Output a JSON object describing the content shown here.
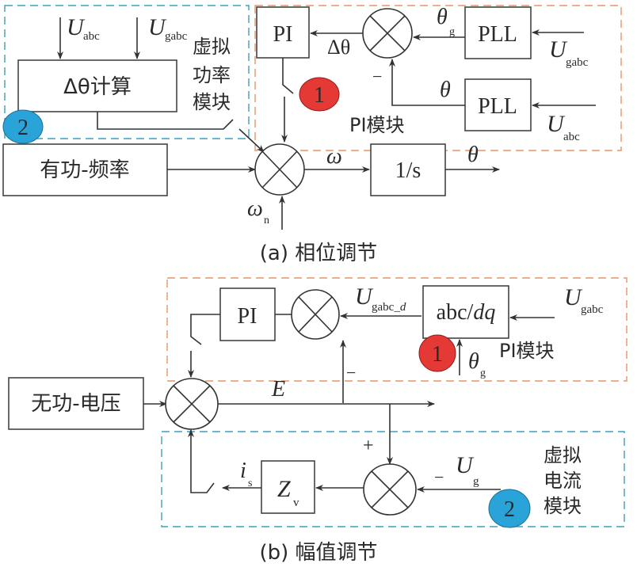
{
  "colors": {
    "virtual_module_border": "#3aa0c0",
    "pi_module_border": "#e8946a",
    "badge_1": "#e53935",
    "badge_2": "#2aa4d8"
  },
  "part_a": {
    "caption": "(a) 相位调节",
    "virtual_power_module": {
      "label_lines": [
        "虚拟",
        "功率",
        "模块"
      ],
      "badge": "2"
    },
    "delta_theta_block": {
      "label": "Δθ计算"
    },
    "inputs": {
      "u_abc": {
        "main": "U",
        "sub": "abc"
      },
      "u_gabc": {
        "main": "U",
        "sub": "gabc"
      }
    },
    "pi_module": {
      "label": "PI模块",
      "badge": "1"
    },
    "pi_block": {
      "label": "PI"
    },
    "pll_top": {
      "label": "PLL",
      "input": {
        "main": "U",
        "sub": "gabc"
      },
      "output": {
        "main": "θ",
        "sub": "g"
      }
    },
    "pll_bottom": {
      "label": "PLL",
      "input": {
        "main": "U",
        "sub": "abc"
      },
      "output": "θ"
    },
    "delta_theta_signal": "Δθ",
    "minus_sign": "−",
    "active_freq_block": {
      "label": "有功-频率"
    },
    "omega": "ω",
    "omega_n": {
      "main": "ω",
      "sub": "n"
    },
    "integrator": {
      "label": "1/s"
    },
    "theta_out": "θ"
  },
  "part_b": {
    "caption": "(b) 幅值调节",
    "pi_module": {
      "label": "PI模块",
      "badge": "1"
    },
    "pi_block": {
      "label": "PI"
    },
    "abc_dq_block": {
      "label_plain": "abc/",
      "label_italic": "dq"
    },
    "u_gabc_d": {
      "main": "U",
      "sub": "gabc_",
      "sub_italic": "d"
    },
    "u_gabc": {
      "main": "U",
      "sub": "gabc"
    },
    "theta_g": {
      "main": "θ",
      "sub": "g"
    },
    "minus_sign": "−",
    "reactive_volt_block": {
      "label": "无功-电压"
    },
    "e_signal": "E",
    "virtual_current_module": {
      "label_lines": [
        "虚拟",
        "电流",
        "模块"
      ],
      "badge": "2"
    },
    "plus_sign": "+",
    "minus_ug": "−",
    "u_g": {
      "main": "U",
      "sub": "g"
    },
    "zv_block": {
      "main": "Z",
      "sub": "v"
    },
    "i_s": {
      "main": "i",
      "sub": "s"
    }
  }
}
